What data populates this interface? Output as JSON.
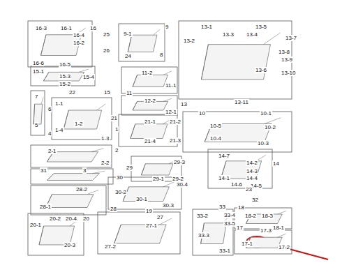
{
  "diagram": {
    "labels": [
      "16-3",
      "16-1",
      "16",
      "16-4",
      "16-2",
      "16-6",
      "16-5",
      "25",
      "26",
      "24",
      "9-1",
      "8",
      "9",
      "13-1",
      "13-5",
      "13-3",
      "13-4",
      "13-2",
      "13-7",
      "13-8",
      "13-9",
      "13-6",
      "13-10",
      "13-11",
      "13",
      "15-1",
      "15-3",
      "15-4",
      "15-2",
      "15",
      "22",
      "7",
      "6",
      "5",
      "4",
      "11-2",
      "11-1",
      "11",
      "12-2",
      "12-1",
      "1-1",
      "1-2",
      "1-4",
      "1-3",
      "1",
      "21",
      "21-1",
      "21-2",
      "21-4",
      "21-3",
      "10",
      "10-1",
      "10-5",
      "10-2",
      "10-4",
      "10-3",
      "2-1",
      "2-2",
      "2",
      "29",
      "29-1",
      "29-2",
      "29-3",
      "14-7",
      "14-2",
      "14",
      "14-3",
      "14-1",
      "14-6",
      "14-4",
      "14-5",
      "31",
      "3",
      "30",
      "30-4",
      "30-2",
      "30-1",
      "30-3",
      "28-2",
      "28-1",
      "28",
      "23",
      "32",
      "33",
      "18",
      "19",
      "33-2",
      "33-4",
      "18-2",
      "18-3",
      "18-1",
      "33-5",
      "33-3",
      "17",
      "17-3",
      "17-1",
      "17-2",
      "33-1",
      "20-1",
      "20-2",
      "20-4",
      "20",
      "20-3",
      "27",
      "27-1",
      "27-2"
    ]
  }
}
